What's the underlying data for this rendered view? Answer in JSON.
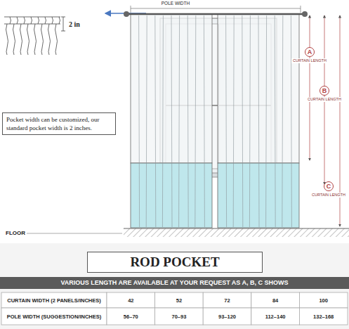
{
  "diagram": {
    "nodes": [
      {
        "text": [
          "Pocket width can be customized, our standard pocket width is 2 inches."
        ]
      },
      {
        "text": [
          "A",
          "CURTAIN LENGTH"
        ]
      },
      {
        "text": [
          "B",
          "CURTAIN LENGTH"
        ]
      },
      {
        "text": [
          "C",
          "CURTAIN LENGTH"
        ]
      },
      {
        "text": [
          "ROD POCKET"
        ]
      },
      {
        "text": [
          "VARIOUS LENGTH ARE AVAILABLE AT YOUR REQUEST AS A, B, C SHOWS"
        ]
      }
    ],
    "labels": [
      "POLE WIDTH",
      "2 in",
      "FLOOR",
      "CURTAIN WIDTH (2 PANELS/INCHES)",
      "42",
      "52",
      "72",
      "84",
      "100",
      "POLE WIDTH (SUGGESTION/INCHES)",
      "56–70",
      "70–93",
      "93–120",
      "112–140",
      "132–168"
    ]
  }
}
